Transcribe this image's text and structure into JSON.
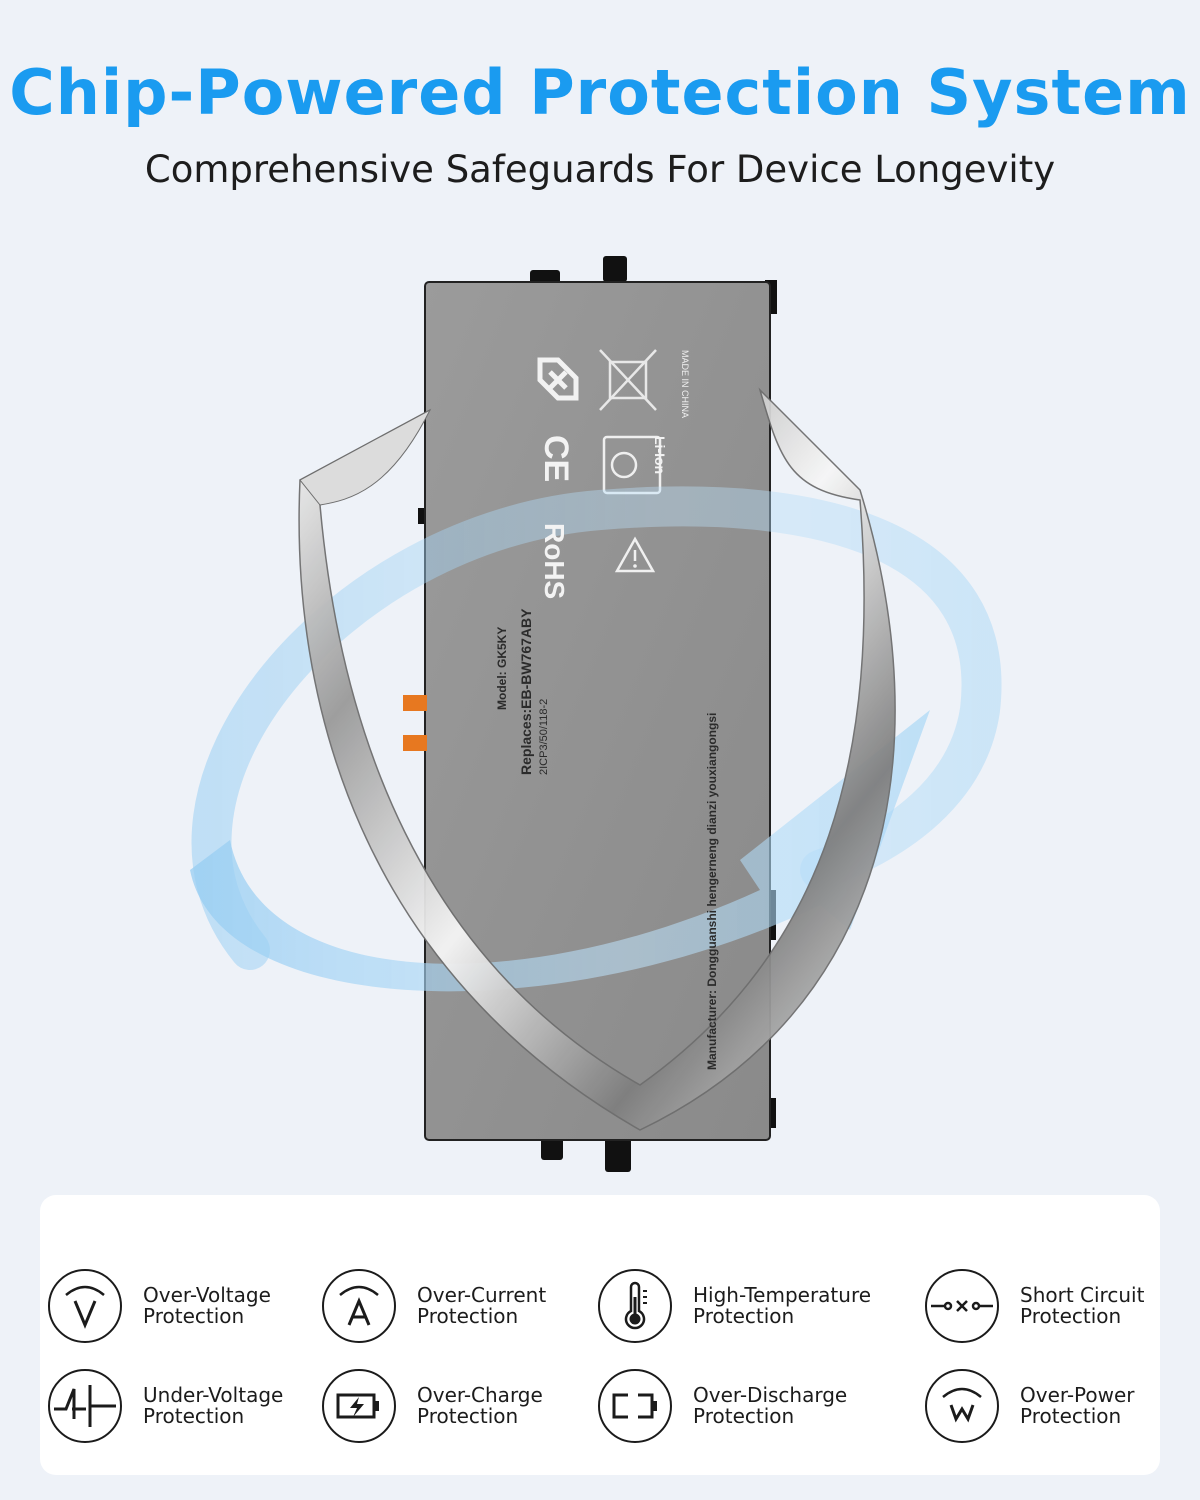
{
  "header": {
    "title": "Chip-Powered Protection System",
    "subtitle": "Comprehensive Safeguards For Device Longevity"
  },
  "battery": {
    "model": "Model: GK5KY",
    "replaces": "Replaces:EB-BW767ABY",
    "cells": "2ICP3/50/118-2",
    "made_in": "MADE IN CHINA",
    "li_ion": "Li-Ion",
    "rohs": "RoHS",
    "ce": "CE",
    "manufacturer": "Manufacturer: Dongguanshi hengerneng dianzi youxiangongsi"
  },
  "features": [
    {
      "line1": "Over-Voltage",
      "line2": "Protection",
      "icon": "over-voltage-icon"
    },
    {
      "line1": "Over-Current",
      "line2": "Protection",
      "icon": "over-current-icon"
    },
    {
      "line1": "High-Temperature",
      "line2": "Protection",
      "icon": "thermometer-icon"
    },
    {
      "line1": "Short Circuit",
      "line2": "Protection",
      "icon": "short-circuit-icon"
    },
    {
      "line1": "Under-Voltage",
      "line2": "Protection",
      "icon": "under-voltage-icon"
    },
    {
      "line1": "Over-Charge",
      "line2": "Protection",
      "icon": "battery-charging-icon"
    },
    {
      "line1": "Over-Discharge",
      "line2": "Protection",
      "icon": "battery-empty-icon"
    },
    {
      "line1": "Over-Power",
      "line2": "Protection",
      "icon": "over-power-icon"
    }
  ]
}
